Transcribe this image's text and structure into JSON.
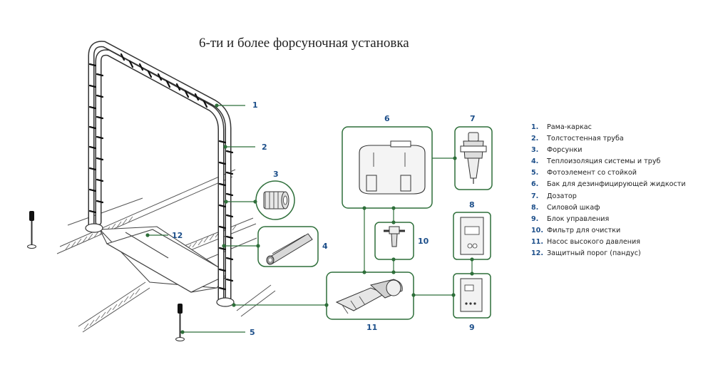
{
  "title": "6-ти и более форсуночная установка",
  "colors": {
    "frame_green": "#2e6f3a",
    "number_blue": "#1d4f8a",
    "line": "#4a4a4a",
    "text": "#222222"
  },
  "callouts": {
    "n1": "1",
    "n2": "2",
    "n3": "3",
    "n4": "4",
    "n5": "5",
    "n6": "6",
    "n7": "7",
    "n8": "8",
    "n9": "9",
    "n10": "10",
    "n11": "11",
    "n12": "12"
  },
  "legend": [
    {
      "num": "1.",
      "text": "Рама-каркас"
    },
    {
      "num": "2.",
      "text": "Толстостенная  труба"
    },
    {
      "num": "3.",
      "text": "Форсунки"
    },
    {
      "num": "4.",
      "text": "Теплоизоляция системы и труб"
    },
    {
      "num": "5.",
      "text": "Фотоэлемент со стойкой"
    },
    {
      "num": "6.",
      "text": "Бак для дезинфицирующей жидкости"
    },
    {
      "num": "7.",
      "text": "Дозатор"
    },
    {
      "num": "8.",
      "text": "Силовой шкаф"
    },
    {
      "num": "9.",
      "text": "Блок управления"
    },
    {
      "num": "10.",
      "text": "Фильтр для очистки"
    },
    {
      "num": "11.",
      "text": "Насос высокого давления"
    },
    {
      "num": "12.",
      "text": "Защитный порог (пандус)"
    }
  ]
}
